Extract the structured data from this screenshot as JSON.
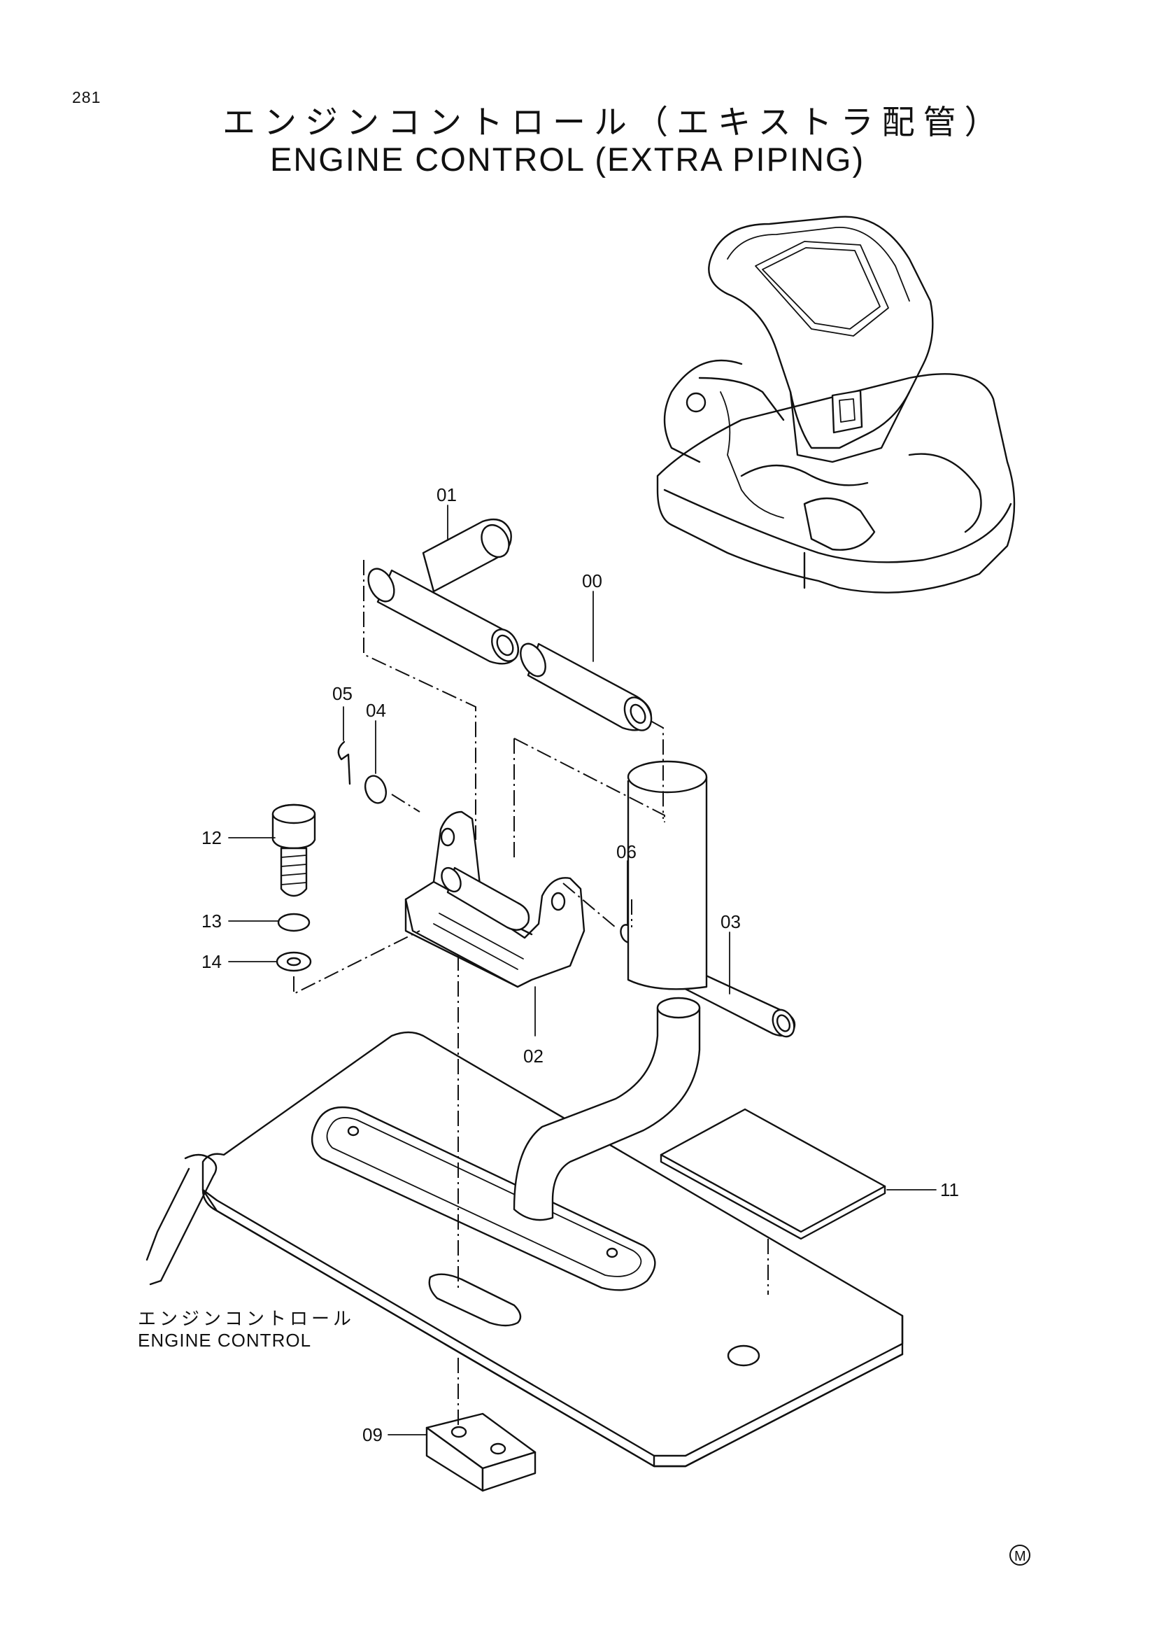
{
  "page_number": "281",
  "title": {
    "japanese": "エンジンコントロール（エキストラ配管）",
    "english": "ENGINE CONTROL (EXTRA PIPING)"
  },
  "reference_label": {
    "japanese": "エンジンコントロール",
    "english": "ENGINE CONTROL"
  },
  "part_callouts": [
    "00",
    "01",
    "02",
    "03",
    "04",
    "05",
    "06",
    "09",
    "11",
    "12",
    "13",
    "14"
  ],
  "mark": "M"
}
